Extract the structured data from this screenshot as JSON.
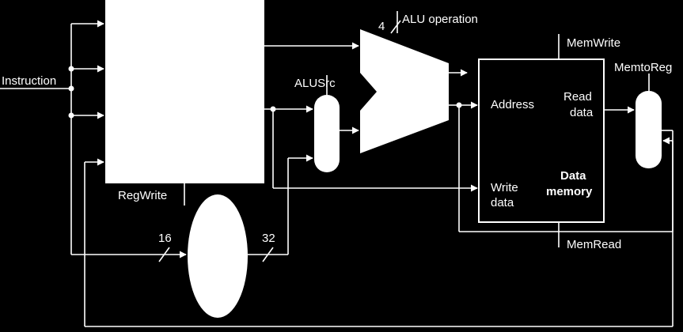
{
  "labels": {
    "instruction": "Instruction",
    "alu_operation": "ALU operation",
    "alu_op_width": "4",
    "alusrc": "ALUSrc",
    "memwrite": "MemWrite",
    "memtoreg": "MemtoReg",
    "memread": "MemRead",
    "regwrite": "RegWrite",
    "width_16": "16",
    "width_32": "32"
  },
  "data_memory": {
    "address": "Address",
    "read": "Read",
    "data_r": "data",
    "write": "Write",
    "data_w": "data",
    "title_line1": "Data",
    "title_line2": "memory"
  },
  "colors": {
    "background": "#000000",
    "foreground": "#ffffff"
  }
}
